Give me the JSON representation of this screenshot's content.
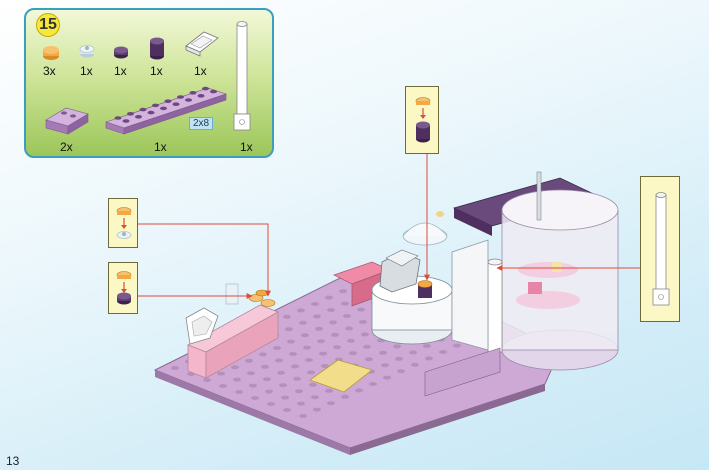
{
  "step": {
    "number": "15"
  },
  "parts": {
    "row1": [
      {
        "qty": "3x",
        "icon": "orange-round-plate-icon",
        "color": "#f2a945"
      },
      {
        "qty": "1x",
        "icon": "clear-round-plate-icon",
        "color": "#cfe0ea"
      },
      {
        "qty": "1x",
        "icon": "purple-round-plate-icon",
        "color": "#5a3d6b"
      },
      {
        "qty": "1x",
        "icon": "purple-round-brick-icon",
        "color": "#4e2f60"
      },
      {
        "qty": "1x",
        "icon": "white-slope-panel-icon",
        "color": "#ffffff"
      }
    ],
    "row2": [
      {
        "qty": "2x",
        "icon": "lavender-wedge-plate-icon",
        "color": "#b98ac9"
      },
      {
        "qty": "1x",
        "icon": "lavender-plate-2x8-icon",
        "color": "#b98ac9",
        "size": "2x8"
      },
      {
        "qty": "1x",
        "icon": "white-pillar-icon",
        "color": "#ffffff"
      }
    ]
  },
  "page": {
    "number": "13"
  },
  "colors": {
    "frame": "#3a9fbf",
    "arrow": "#e04a3a",
    "callout": "#fbf8c6",
    "base_plate": "#c8a0cf"
  }
}
